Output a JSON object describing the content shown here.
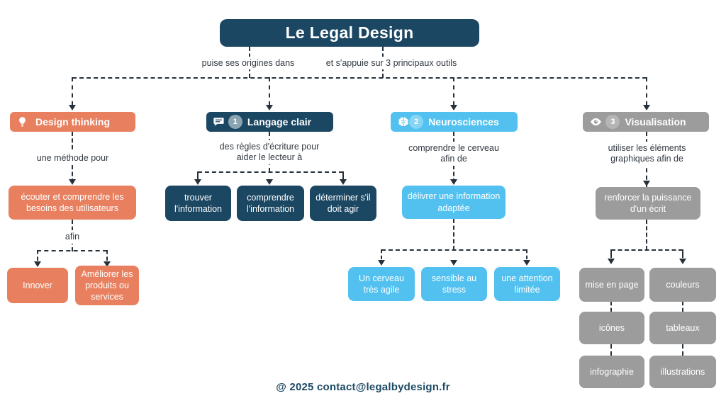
{
  "title": "Le Legal Design",
  "branch_labels": {
    "origins": "puise ses origines dans",
    "tools": "et s'appuie sur 3 principaux outils"
  },
  "colors": {
    "navy": "#1b4763",
    "orange": "#e8805f",
    "light_blue": "#53c1ef",
    "gray": "#9c9c9c",
    "connector": "#26313b"
  },
  "columns": [
    {
      "header": "Design thinking",
      "icon": "lightbulb-icon",
      "badge": "",
      "note1": "une méthode pour",
      "mid": "écouter et comprendre les\nbesoins des utilisateurs",
      "note2": "afin",
      "children": [
        "Innover",
        "Améliorer les\nproduits ou\nservices"
      ]
    },
    {
      "header": "Langage clair",
      "icon": "speech-bubble-icon",
      "badge": "1",
      "note1": "des règles d'écriture pour\naider le lecteur à",
      "children": [
        "trouver\nl'information",
        "comprendre\nl'information",
        "déterminer s'il\ndoit agir"
      ]
    },
    {
      "header": "Neurosciences",
      "icon": "brain-icon",
      "badge": "2",
      "note1": "comprendre le cerveau\nafin de",
      "mid": "délivrer une information\nadaptée",
      "children": [
        "Un cerveau\ntrès agile",
        "sensible au\nstress",
        "une attention\nlimitée"
      ]
    },
    {
      "header": "Visualisation",
      "icon": "eye-icon",
      "badge": "3",
      "note1": "utiliser les éléments\ngraphiques afin de",
      "mid": "renforcer la puissance\nd'un écrit",
      "children": [
        "mise en page",
        "couleurs",
        "icônes",
        "tableaux",
        "infographie",
        "illustrations"
      ]
    }
  ],
  "footer": "@ 2025  contact@legalbydesign.fr"
}
